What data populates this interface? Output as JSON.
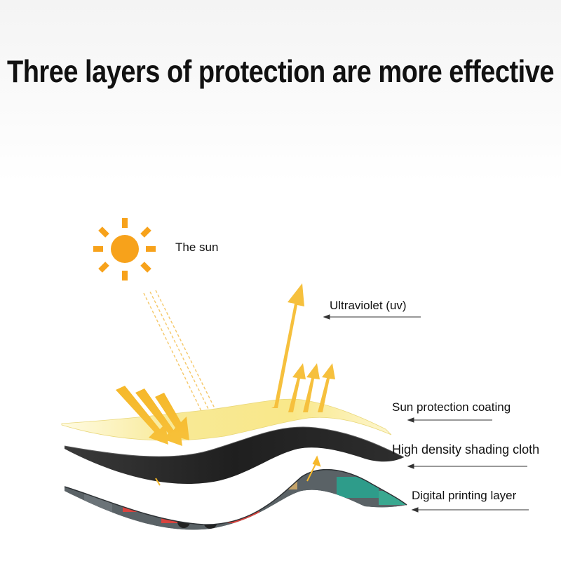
{
  "headline": "Three layers of protection are more effective",
  "labels": {
    "sun": "The sun",
    "uv": "Ultraviolet (uv)",
    "coating": "Sun protection coating",
    "cloth": "High density shading cloth",
    "printing": "Digital printing layer"
  },
  "icons": {
    "sun": "sun-icon"
  },
  "colors": {
    "sun": "#f7a21b",
    "ray": "#f9b92c",
    "coating": "#f9ec9e",
    "cloth": "#2a2a2a",
    "printing_bus": "#d9443f",
    "printing_teal": "#2e9c8a"
  }
}
